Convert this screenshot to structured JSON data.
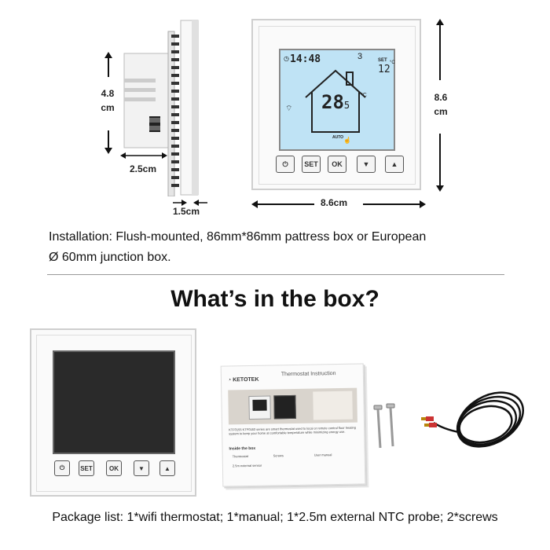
{
  "dimensions": {
    "height_side": "4.8\ncm",
    "height_side_a": "4.8",
    "height_side_b": "cm",
    "depth": "2.5cm",
    "plate": "1.5cm",
    "width_front": "8.6cm",
    "height_front_a": "8.6",
    "height_front_b": "cm"
  },
  "display": {
    "time": "14:48",
    "day": "3",
    "set_label": "SET",
    "set_temp": "12",
    "set_unit": "°C",
    "room_temp": "28",
    "room_dec": "5",
    "room_unit": "°C",
    "auto_label": "AUTO"
  },
  "buttons": {
    "power": "⏻",
    "set": "SET",
    "ok": "OK",
    "down": "▼",
    "up": "▲"
  },
  "installation_text_1": "Installation: Flush-mounted, 86mm*86mm pattress box or European",
  "installation_text_2": "Ø 60mm junction box.",
  "heading": "What’s in the box?",
  "manual": {
    "brand": "KETOTEK",
    "title": "Thermostat Instruction",
    "intro": "KTF0155 KTF0163 series are smart thermostat used to local or remote control floor heating system to keep your home at comfortable temperature while minimizing energy use.",
    "inside": "Inside the box",
    "items": [
      "Thermostat",
      "Screws",
      "User manual",
      "2.5m external sensor"
    ]
  },
  "package_list": "Package list: 1*wifi thermostat; 1*manual; 1*2.5m external NTC probe; 2*screws"
}
